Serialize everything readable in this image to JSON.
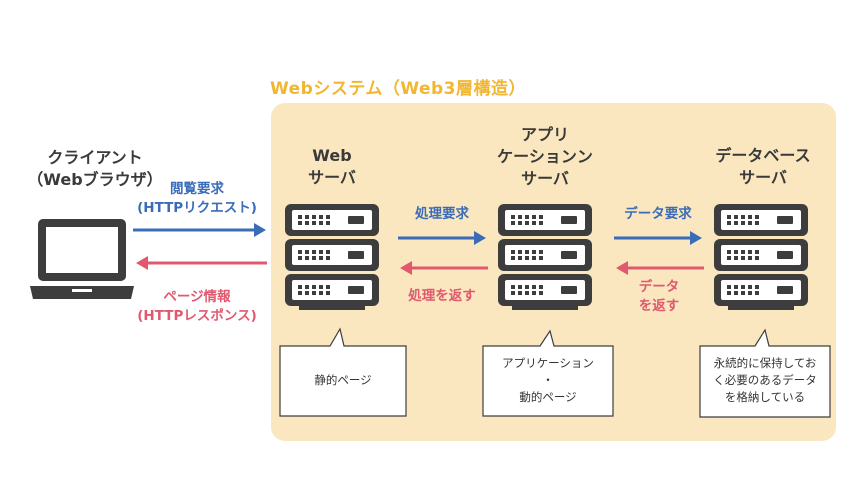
{
  "title": "Webシステム（Web3層構造）",
  "client": {
    "line1": "クライアント",
    "line2": "（Webブラウザ）"
  },
  "web_server": {
    "line1": "Web",
    "line2": "サーバ"
  },
  "app_server": {
    "line1": "アプリ",
    "line2": "ケーションン",
    "line3": "サーバ"
  },
  "db_server": {
    "line1": "データベース",
    "line2": "サーバ"
  },
  "arrows": {
    "browse_request": {
      "line1": "閲覧要求",
      "line2": "(HTTPリクエスト)"
    },
    "page_info": {
      "line1": "ページ情報",
      "line2": "(HTTPレスポンス)"
    },
    "process_request": "処理要求",
    "return_process": "処理を返す",
    "data_request": "データ要求",
    "return_data": {
      "line1": "データ",
      "line2": "を返す"
    }
  },
  "notes": {
    "web": {
      "line1": "静的ページ"
    },
    "app": {
      "line1": "アプリケーション",
      "line2": "・",
      "line3": "動的ページ"
    },
    "db": {
      "line1": "永続的に保持してお",
      "line2": "く必要のあるデータ",
      "line3": "を格納している"
    }
  },
  "colors": {
    "title": "#f2b631",
    "panel": "#fae7bf",
    "request_arrow": "#3a6cb8",
    "response_arrow": "#e0596f",
    "icon": "#3d3d3d"
  }
}
